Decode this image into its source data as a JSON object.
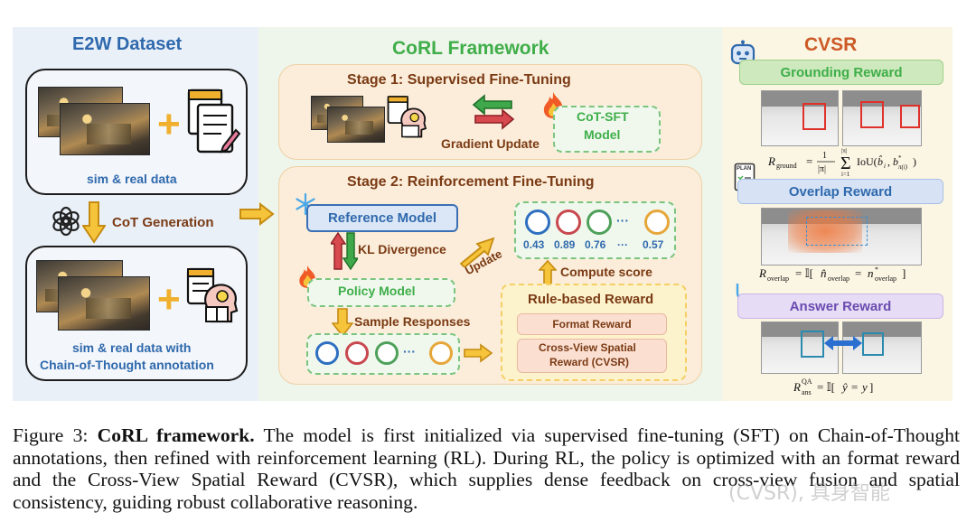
{
  "left": {
    "title": "E2W Dataset",
    "data_label": "sim & real data",
    "cot_label": "CoT Generation",
    "annot_line1": "sim & real data with",
    "annot_line2": "Chain-of-Thought annotation"
  },
  "middle": {
    "title": "CoRL Framework",
    "stage1_title": "Stage 1: Supervised Fine-Tuning",
    "gradient_label": "Gradient Update",
    "sft_line1": "CoT-SFT",
    "sft_line2": "Model",
    "stage2_title": "Stage 2: Reinforcement Fine-Tuning",
    "reference_model": "Reference Model",
    "kl_label": "KL Divergence",
    "policy_model": "Policy Model",
    "update_label": "Update",
    "sample_label": "Sample Responses",
    "compute_label": "Compute score",
    "rule_title": "Rule-based Reward",
    "format_reward": "Format Reward",
    "cvsr_line1": "Cross-View Spatial",
    "cvsr_line2": "Reward (CVSR)",
    "scores": [
      "0.43",
      "0.89",
      "0.76",
      "···",
      "0.57"
    ],
    "ellipsis": "···"
  },
  "right": {
    "title": "CVSR",
    "grounding": "Grounding Reward",
    "overlap": "Overlap Reward",
    "answer": "Answer Reward",
    "plan_label": "PLAN"
  },
  "caption": {
    "lead": "Figure 3: ",
    "bold": "CoRL framework.",
    "body": " The model is first initialized via supervised fine-tuning (SFT) on Chain-of-Thought annotations, then refined with reinforcement learning (RL). During RL, the policy is optimized with an format reward and the Cross-View Spatial Reward (CVSR), which supplies dense feedback on cross-view fusion and spatial consistency, guiding robust collaborative reasoning."
  },
  "watermark": "(CVSR), 具身智能",
  "colors": {
    "blue": "#2f69ad",
    "green": "#3fae49",
    "orange": "#cc5a26",
    "circle_blue": "#2e6fc0",
    "circle_red": "#c8484f",
    "circle_green": "#4ea05a",
    "circle_orange": "#e6a63a"
  }
}
